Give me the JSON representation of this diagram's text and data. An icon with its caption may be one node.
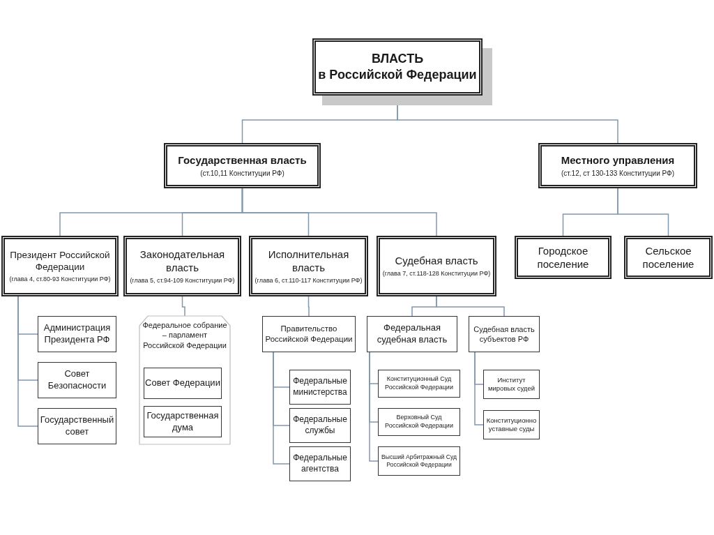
{
  "diagram": {
    "nodes": [
      {
        "text": [
          "ВЛАСТЬ",
          "в Российской Федерации"
        ]
      },
      {
        "text": [
          "Государственная власть",
          "(ст.10,11 Конституции РФ)"
        ]
      },
      {
        "text": [
          "Местного управления",
          "(ст.12, ст 130-133 Конституции РФ)"
        ]
      },
      {
        "text": [
          "Президент Российской Федерации",
          "(глава 4, ст.80-93 Конституции РФ)"
        ]
      },
      {
        "text": [
          "Законодательная власть",
          "(глава 5, ст.94-109 Конституции РФ)"
        ]
      },
      {
        "text": [
          "Исполнительная власть",
          "(глава 6, ст.110-117 Конституции РФ)"
        ]
      },
      {
        "text": [
          "Судебная власть",
          "(глава 7, ст.118-128 Конституции РФ)"
        ]
      },
      {
        "text": [
          "Городское поселение"
        ]
      },
      {
        "text": [
          "Сельское поселение"
        ]
      },
      {
        "text": [
          "Администрация Президента РФ"
        ]
      },
      {
        "text": [
          "Совет Безопасности"
        ]
      },
      {
        "text": [
          "Государственный совет"
        ]
      },
      {
        "text": [
          "Федеральное собрание – парламент Российской Федерации"
        ]
      },
      {
        "text": [
          "Совет Федерации"
        ],
        "in": 12
      },
      {
        "text": [
          "Государственная дума"
        ],
        "in": 12
      },
      {
        "text": [
          "Правительство Российской Федерации"
        ]
      },
      {
        "text": [
          "Федеральные министерства"
        ]
      },
      {
        "text": [
          "Федеральные службы"
        ]
      },
      {
        "text": [
          "Федеральные агентства"
        ]
      },
      {
        "text": [
          "Федеральная судебная власть"
        ]
      },
      {
        "text": [
          "Судебная власть субъектов РФ"
        ]
      },
      {
        "text": [
          "Конституционный Суд Российской Федерации"
        ]
      },
      {
        "text": [
          "Верховный Суд Российской Федерации"
        ]
      },
      {
        "text": [
          "Высший Арбитражный Суд Российской Федерации"
        ]
      },
      {
        "text": [
          "Институт мировых судей"
        ]
      },
      {
        "text": [
          "Конституционно уставные суды"
        ]
      }
    ],
    "edges": [
      {
        "from": 0,
        "to": 1,
        "arrow": "none"
      },
      {
        "from": 0,
        "to": 2,
        "arrow": "none"
      },
      {
        "from": 1,
        "to": 3,
        "arrow": "none"
      },
      {
        "from": 1,
        "to": 4,
        "arrow": "none"
      },
      {
        "from": 1,
        "to": 5,
        "arrow": "none"
      },
      {
        "from": 1,
        "to": 6,
        "arrow": "none"
      },
      {
        "from": 2,
        "to": 7,
        "arrow": "none"
      },
      {
        "from": 2,
        "to": 8,
        "arrow": "none"
      },
      {
        "from": 3,
        "to": 9,
        "arrow": "none"
      },
      {
        "from": 3,
        "to": 10,
        "arrow": "none"
      },
      {
        "from": 3,
        "to": 11,
        "arrow": "none"
      },
      {
        "from": 4,
        "to": 12,
        "arrow": "none"
      },
      {
        "from": 5,
        "to": 15,
        "arrow": "none"
      },
      {
        "from": 15,
        "to": 16,
        "arrow": "none"
      },
      {
        "from": 15,
        "to": 17,
        "arrow": "none"
      },
      {
        "from": 15,
        "to": 18,
        "arrow": "none"
      },
      {
        "from": 6,
        "to": 19,
        "arrow": "none"
      },
      {
        "from": 6,
        "to": 20,
        "arrow": "none"
      },
      {
        "from": 19,
        "to": 21,
        "arrow": "none"
      },
      {
        "from": 19,
        "to": 22,
        "arrow": "none"
      },
      {
        "from": 19,
        "to": 23,
        "arrow": "none"
      },
      {
        "from": 20,
        "to": 24,
        "arrow": "none"
      },
      {
        "from": 20,
        "to": 25,
        "arrow": "none"
      }
    ]
  }
}
